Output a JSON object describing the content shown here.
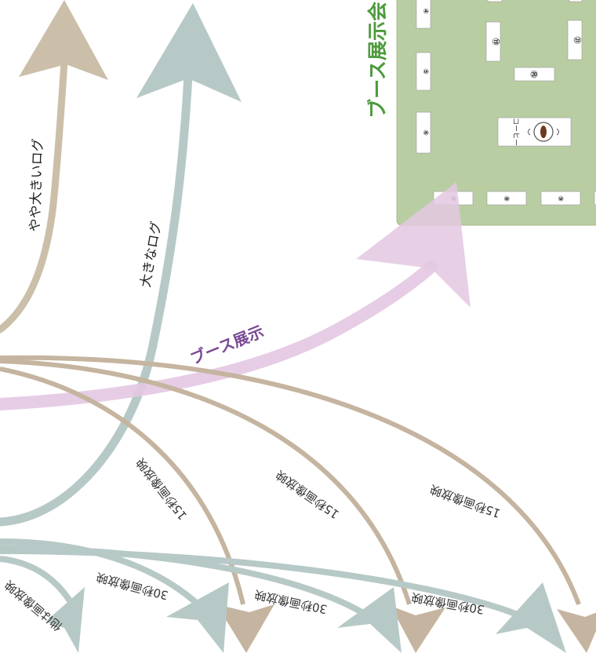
{
  "venue": {
    "title": "ブース展示会",
    "booths": [
      "④",
      "⑤",
      "⑥",
      "⑦",
      "⑧",
      "⑨",
      "⑲",
      "⑳",
      "㉑"
    ],
    "coffee_label": "コーヒー"
  },
  "arrows": {
    "logo_medium": "やや大きいログ",
    "logo_large": "大きなログ",
    "booth": "ブース展示",
    "spot15": "15秒画像放映",
    "spot30": "30秒画像放映",
    "spot_other": "他は画像放映"
  },
  "colors": {
    "tan": "#cbbfa9",
    "slate": "#b7c9c6",
    "lilac": "#e3c8e2",
    "brown": "#c5b49f",
    "venue_bg": "#b9cda3",
    "venue_text": "#4c9a3c",
    "booth_text": "#7a4a94"
  }
}
